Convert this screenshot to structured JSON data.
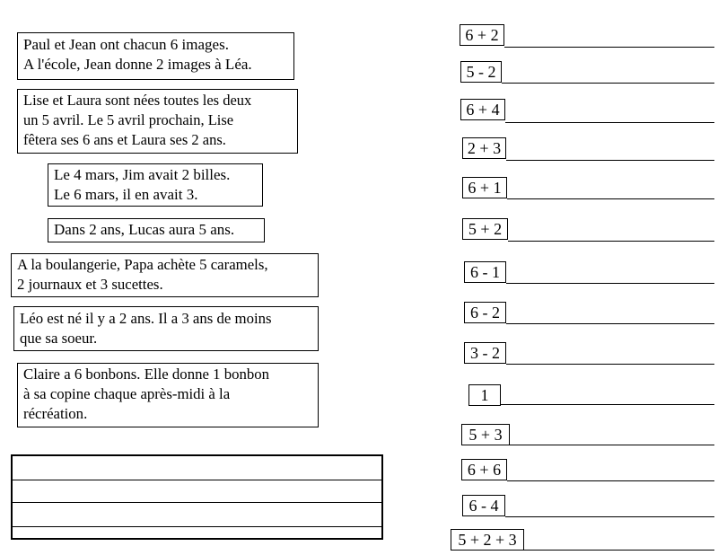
{
  "stories": [
    {
      "lines": [
        "Paul et Jean ont chacun 6 images.",
        "A l'école, Jean donne 2 images à Léa."
      ]
    },
    {
      "lines": [
        "Lise et Laura sont nées toutes les deux",
        "un 5 avril. Le 5 avril prochain, Lise",
        "fêtera ses 6 ans et Laura ses 2 ans."
      ]
    },
    {
      "lines": [
        "Le 4 mars, Jim avait 2 billes.",
        "Le 6 mars, il en avait 3."
      ]
    },
    {
      "lines": [
        "Dans 2 ans, Lucas aura 5 ans."
      ]
    },
    {
      "lines": [
        "A la boulangerie, Papa achète 5 caramels,",
        "2 journaux et 3 sucettes."
      ]
    },
    {
      "lines": [
        "Léo est né il y a 2 ans. Il a 3 ans de moins",
        "que sa soeur."
      ]
    },
    {
      "lines": [
        "Claire a 6 bonbons. Elle donne 1 bonbon",
        "à sa copine chaque après-midi à la",
        "récréation."
      ]
    }
  ],
  "expressions": [
    "6 + 2",
    "5 - 2",
    "6 + 4",
    "2 + 3",
    "6 + 1",
    "5 + 2",
    "6 - 1",
    "6 - 2",
    "3 - 2",
    "1",
    "5 + 3",
    "6 + 6",
    "6 - 4",
    "5 + 2 + 3"
  ]
}
